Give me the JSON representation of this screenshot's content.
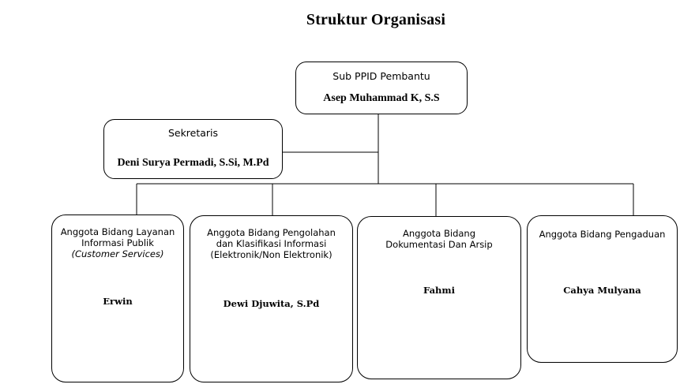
{
  "title": "Struktur Organisasi",
  "head": {
    "role": "Sub PPID Pembantu",
    "name": "Asep Muhammad K, S.S"
  },
  "secretary": {
    "role": "Sekretaris",
    "name": "Deni Surya Permadi, S.Si, M.Pd"
  },
  "members": [
    {
      "role_line1": "Anggota Bidang Layanan",
      "role_line2": "Informasi Publik",
      "note": "(Customer Services)",
      "name": "Erwin"
    },
    {
      "role_line1": "Anggota Bidang Pengolahan",
      "role_line2": "dan Klasifikasi Informasi",
      "role_line3": "(Elektronik/Non Elektronik)",
      "name": "Dewi Djuwita, S.Pd"
    },
    {
      "role_line1": "Anggota Bidang",
      "role_line2": "Dokumentasi Dan Arsip",
      "name": "Fahmi"
    },
    {
      "role_line1": "Anggota Bidang Pengaduan",
      "name": "Cahya Mulyana"
    }
  ],
  "colors": {
    "line": "#000000",
    "background": "#ffffff"
  }
}
